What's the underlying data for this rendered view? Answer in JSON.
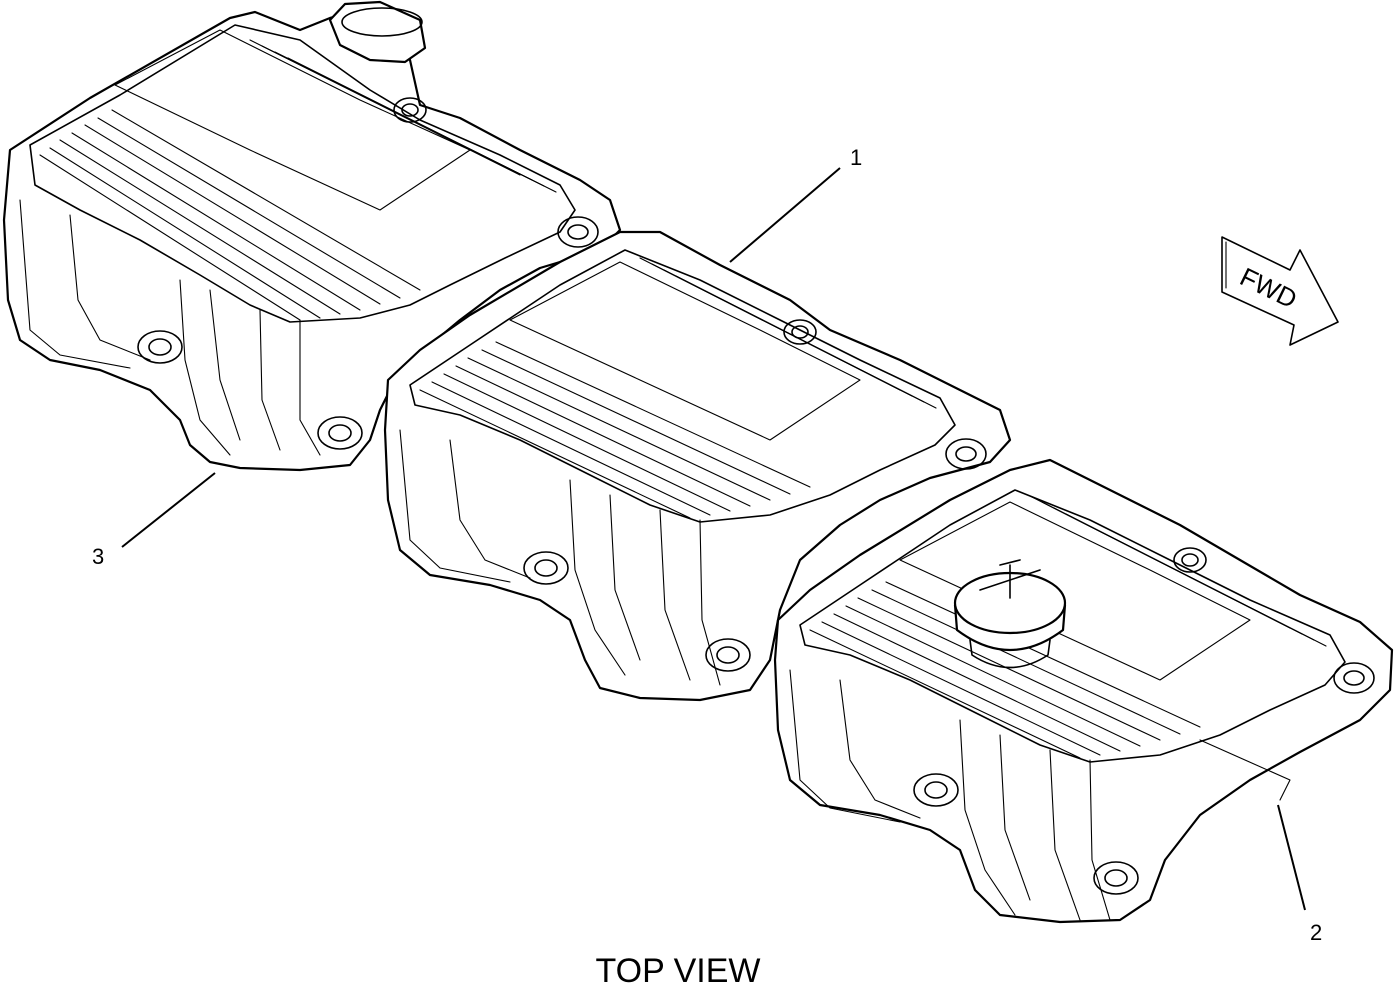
{
  "diagram": {
    "view_label": "TOP VIEW",
    "direction_arrow": {
      "label": "FWD",
      "icon": "fwd-arrow-icon"
    },
    "callouts": [
      {
        "number": "1"
      },
      {
        "number": "2"
      },
      {
        "number": "3"
      }
    ],
    "line_color": "#000000",
    "background_color": "#ffffff"
  }
}
